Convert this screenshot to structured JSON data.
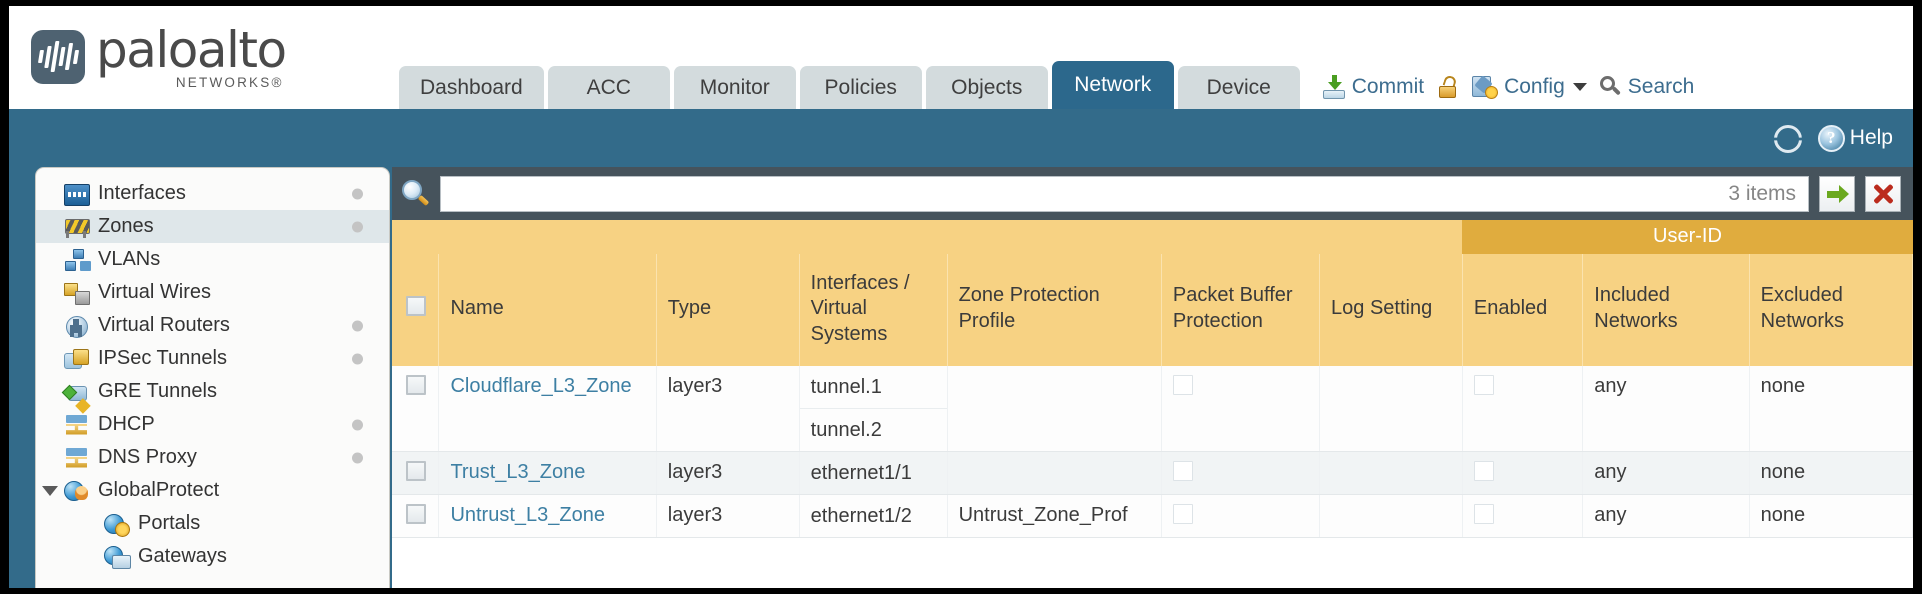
{
  "brand": {
    "name": "paloalto",
    "tagline": "NETWORKS®"
  },
  "nav": {
    "tabs": [
      {
        "label": "Dashboard",
        "active": false
      },
      {
        "label": "ACC",
        "active": false
      },
      {
        "label": "Monitor",
        "active": false
      },
      {
        "label": "Policies",
        "active": false
      },
      {
        "label": "Objects",
        "active": false
      },
      {
        "label": "Network",
        "active": true
      },
      {
        "label": "Device",
        "active": false
      }
    ],
    "actions": [
      {
        "label": "Commit",
        "icon": "commit-icon"
      },
      {
        "label": "",
        "icon": "lock-icon"
      },
      {
        "label": "Config",
        "icon": "config-icon",
        "has_caret": true
      },
      {
        "label": "Search",
        "icon": "search-icon"
      }
    ]
  },
  "toolbar": {
    "refresh_icon": "refresh-icon",
    "help_label": "Help",
    "help_icon": "help-icon"
  },
  "sidebar": {
    "items": [
      {
        "label": "Interfaces",
        "icon": "interfaces-icon",
        "selected": false,
        "dot": true,
        "child": false,
        "expander": false
      },
      {
        "label": "Zones",
        "icon": "zones-icon",
        "selected": true,
        "dot": true,
        "child": false,
        "expander": false
      },
      {
        "label": "VLANs",
        "icon": "vlans-icon",
        "selected": false,
        "dot": false,
        "child": false,
        "expander": false
      },
      {
        "label": "Virtual Wires",
        "icon": "virtual-wires-icon",
        "selected": false,
        "dot": false,
        "child": false,
        "expander": false
      },
      {
        "label": "Virtual Routers",
        "icon": "virtual-routers-icon",
        "selected": false,
        "dot": true,
        "child": false,
        "expander": false
      },
      {
        "label": "IPSec Tunnels",
        "icon": "ipsec-tunnels-icon",
        "selected": false,
        "dot": true,
        "child": false,
        "expander": false
      },
      {
        "label": "GRE Tunnels",
        "icon": "gre-tunnels-icon",
        "selected": false,
        "dot": false,
        "child": false,
        "expander": false
      },
      {
        "label": "DHCP",
        "icon": "dhcp-icon",
        "selected": false,
        "dot": true,
        "child": false,
        "expander": false
      },
      {
        "label": "DNS Proxy",
        "icon": "dns-proxy-icon",
        "selected": false,
        "dot": true,
        "child": false,
        "expander": false
      },
      {
        "label": "GlobalProtect",
        "icon": "globalprotect-icon",
        "selected": false,
        "dot": false,
        "child": false,
        "expander": true
      },
      {
        "label": "Portals",
        "icon": "portals-icon",
        "selected": false,
        "dot": false,
        "child": true,
        "expander": false
      },
      {
        "label": "Gateways",
        "icon": "gateways-icon",
        "selected": false,
        "dot": false,
        "child": true,
        "expander": false
      }
    ]
  },
  "search": {
    "icon": "magnifier-icon",
    "value": "",
    "placeholder": "",
    "items_count": "3 items",
    "apply_icon": "green-arrow-icon",
    "clear_icon": "red-x-icon"
  },
  "table": {
    "group_header": "User-ID",
    "columns": [
      "Name",
      "Type",
      "Interfaces / Virtual Systems",
      "Zone Protection Profile",
      "Packet Buffer Protection",
      "Log Setting",
      "Enabled",
      "Included Networks",
      "Excluded Networks"
    ],
    "rows": [
      {
        "selected": false,
        "name": "Cloudflare_L3_Zone",
        "type": "layer3",
        "interfaces": [
          "tunnel.1",
          "tunnel.2"
        ],
        "zone_protection_profile": "",
        "packet_buffer_protection": false,
        "log_setting": "",
        "userid_enabled": false,
        "included_networks": "any",
        "excluded_networks": "none"
      },
      {
        "selected": false,
        "name": "Trust_L3_Zone",
        "type": "layer3",
        "interfaces": [
          "ethernet1/1"
        ],
        "zone_protection_profile": "",
        "packet_buffer_protection": false,
        "log_setting": "",
        "userid_enabled": false,
        "included_networks": "any",
        "excluded_networks": "none"
      },
      {
        "selected": false,
        "name": "Untrust_L3_Zone",
        "type": "layer3",
        "interfaces": [
          "ethernet1/2"
        ],
        "zone_protection_profile": "Untrust_Zone_Prof",
        "packet_buffer_protection": false,
        "log_setting": "",
        "userid_enabled": false,
        "included_networks": "any",
        "excluded_networks": "none"
      }
    ]
  },
  "colors": {
    "brand_blue": "#336b8a",
    "tab_active": "#2c688c",
    "header_amber": "#f7d283",
    "group_amber": "#e0ac3e",
    "toolbar_slate": "#46535c",
    "link_blue": "#3d7fa3"
  }
}
